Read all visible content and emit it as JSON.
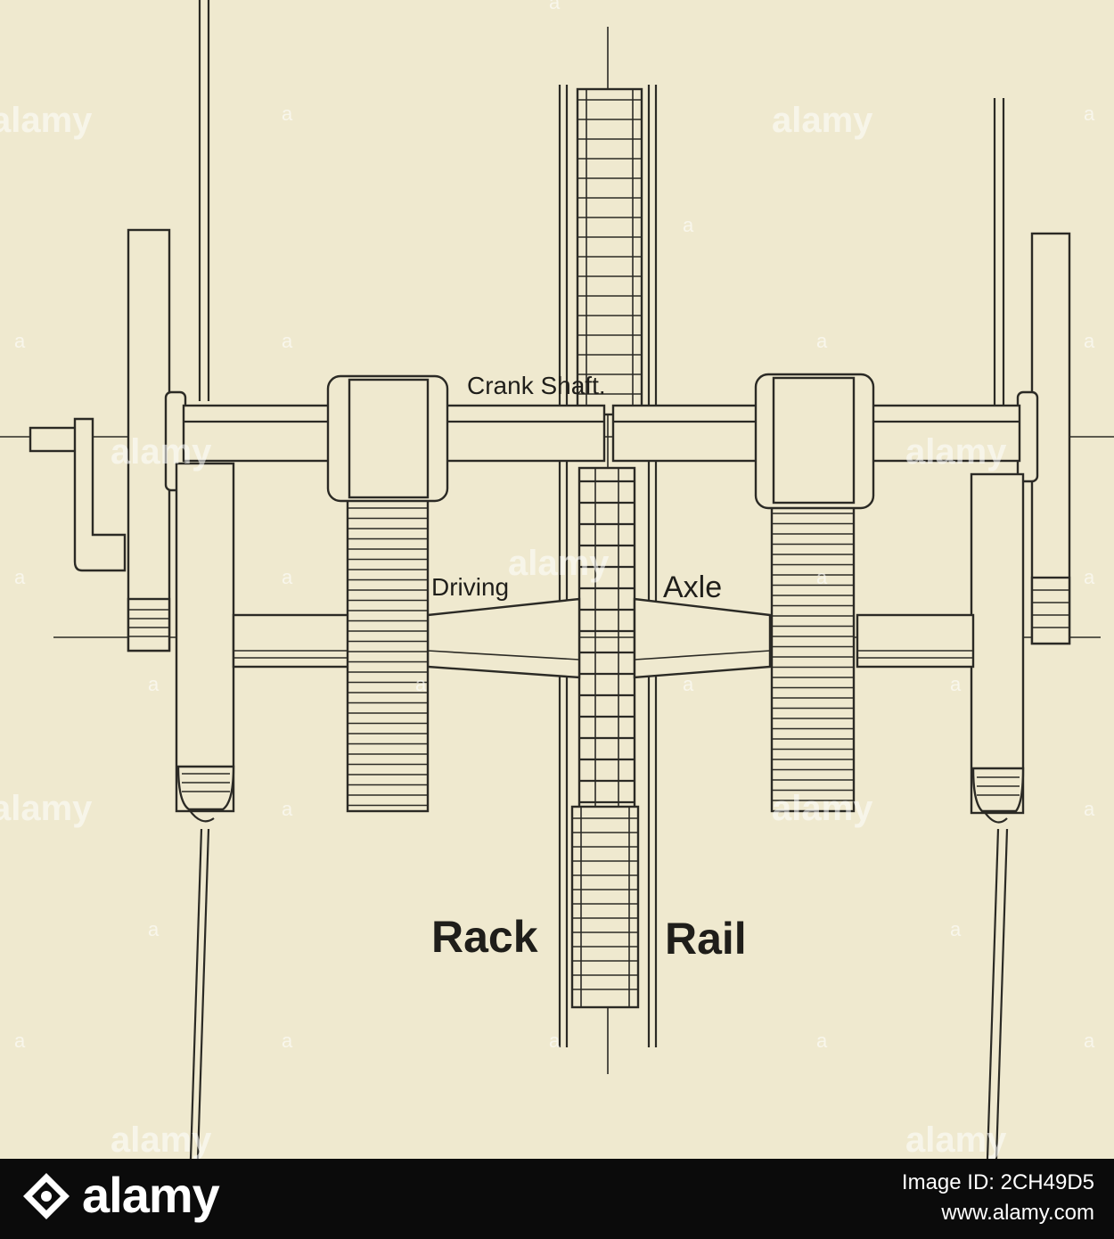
{
  "diagram": {
    "labels": {
      "crank_shaft": "Crank Shaft.",
      "driving": "Driving",
      "axle": "Axle",
      "rack": "Rack",
      "rail": "Rail"
    }
  },
  "watermark": {
    "text": "alamy",
    "mark": "a"
  },
  "footer": {
    "brand": "alamy",
    "image_id": "Image ID: 2CH49D5",
    "site": "www.alamy.com"
  },
  "colors": {
    "paper": "#efe9cf",
    "ink": "#2b2a25",
    "footer_bg": "#0b0b0b",
    "footer_text": "#ffffff"
  }
}
